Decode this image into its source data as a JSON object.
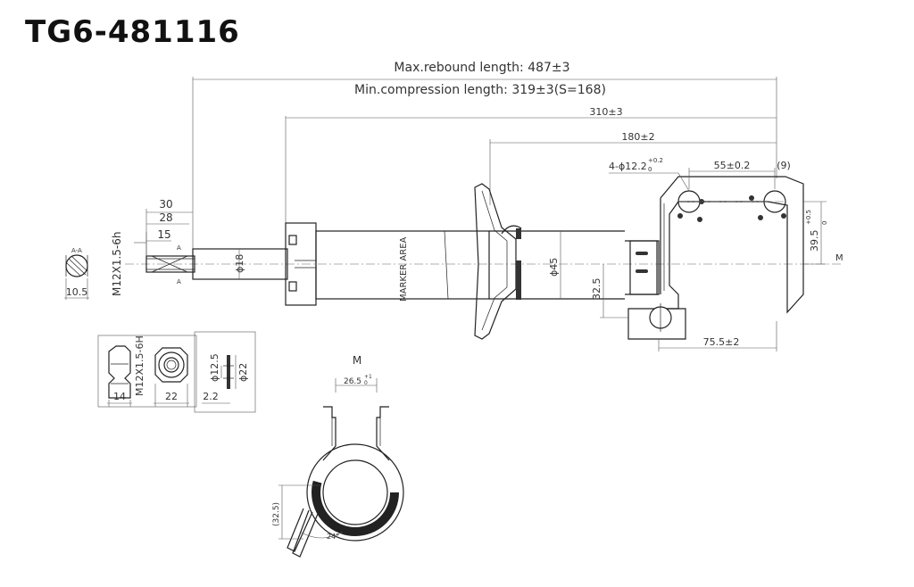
{
  "drawing": {
    "title": "TG6-481116",
    "dimensions": {
      "max_rebound": "Max.rebound length: 487±3",
      "min_compression": "Min.compression length: 319±3(S=168)",
      "body_length": "310±3",
      "bracket_length": "180±2",
      "holes": "4-ϕ12.2",
      "holes_tol_upper": "+0.2",
      "holes_tol_lower": "0",
      "hole_spacing": "55±0.2",
      "bracket_offset": "(9)",
      "bracket_height": "39.5",
      "bracket_height_tol_upper": "+0.5",
      "bracket_height_tol_lower": "0",
      "tube_diameter": "ϕ45",
      "clamp_offset": "32.5",
      "clamp_width": "75.5±2",
      "rod_diameter": "ϕ18",
      "thread_spec": "M12X1.5-6h",
      "rod_length_30": "30",
      "rod_length_28": "28",
      "rod_length_15": "15",
      "section_label": "A-A",
      "section_a": "A",
      "flat_width": "10.5",
      "nut_thread": "M12X1.5-6H",
      "nut_height": "14",
      "nut_width": "22",
      "washer_inner": "ϕ12.5",
      "washer_outer": "ϕ22",
      "washer_thickness": "2.2",
      "marker_area": "MARKER AREA",
      "view_label": "M",
      "clamp_gap": "26.5",
      "clamp_gap_tol_upper": "+1",
      "clamp_gap_tol_lower": "0",
      "clamp_height": "(32.5)",
      "clamp_angle": "24°"
    }
  }
}
